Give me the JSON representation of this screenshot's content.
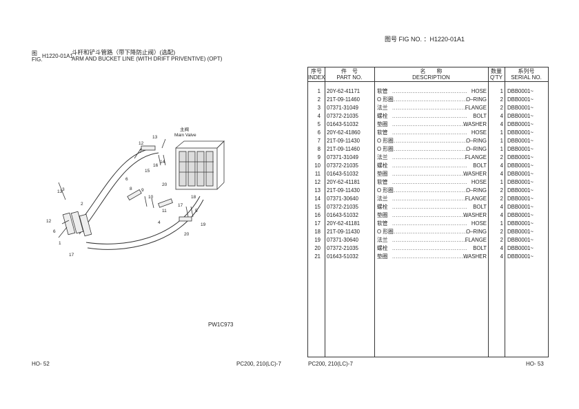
{
  "header": {
    "fig_label_zh": "图",
    "fig_label_en": "FIG.",
    "fig_code": "H1220-01A1",
    "title_zh": "斗杆和铲斗管路（带下降防止阀）(选配)",
    "title_en": "ARM AND BUCKET LINE (WITH DRIFT PRIVENTIVE) (OPT)",
    "fig_no_right": "图号  FIG NO.  ：H1220-01A1"
  },
  "diagram": {
    "main_valve_zh": "主阀",
    "main_valve_en": "Main Valve",
    "callouts": [
      "13",
      "12",
      "14",
      "16",
      "7",
      "15",
      "6",
      "20",
      "10",
      "9",
      "8",
      "3",
      "17",
      "18",
      "2",
      "12",
      "6",
      "1",
      "17",
      "13",
      "11",
      "4",
      "5",
      "19",
      "20"
    ],
    "drawing_id": "PW1C973"
  },
  "table": {
    "headers": {
      "index_zh": "序号",
      "index_en": "INDEX",
      "part_zh": "件　号",
      "part_en": "PART NO.",
      "desc_zh": "名　　称",
      "desc_en": "DESCRIPTION",
      "qty_zh": "数量",
      "qty_en": "Q'TY",
      "serial_zh": "系列号",
      "serial_en": "SERIAL NO."
    },
    "rows": [
      {
        "index": "1",
        "part": "20Y-62-41171",
        "zh": "软管",
        "en": "HOSE",
        "qty": "1",
        "serial": "DBB0001~"
      },
      {
        "index": "2",
        "part": "21T-09-11460",
        "zh": "O 形圈",
        "en": "O–RING",
        "qty": "2",
        "serial": "DBB0001~"
      },
      {
        "index": "3",
        "part": "07371-31049",
        "zh": "法兰",
        "en": "FLANGE",
        "qty": "2",
        "serial": "DBB0001~"
      },
      {
        "index": "4",
        "part": "07372-21035",
        "zh": "螺栓",
        "en": "BOLT",
        "qty": "4",
        "serial": "DBB0001~"
      },
      {
        "index": "5",
        "part": "01643-51032",
        "zh": "垫圈",
        "en": "WASHER",
        "qty": "4",
        "serial": "DBB0001~"
      },
      {
        "index": "6",
        "part": "20Y-62-41860",
        "zh": "软管",
        "en": "HOSE",
        "qty": "1",
        "serial": "DBB0001~"
      },
      {
        "index": "7",
        "part": "21T-09-11430",
        "zh": "O 形圈",
        "en": "O–RING",
        "qty": "1",
        "serial": "DBB0001~"
      },
      {
        "index": "8",
        "part": "21T-09-11460",
        "zh": "O 形圈",
        "en": "O–RING",
        "qty": "1",
        "serial": "DBB0001~"
      },
      {
        "index": "9",
        "part": "07371-31049",
        "zh": "法兰",
        "en": "FLANGE",
        "qty": "2",
        "serial": "DBB0001~"
      },
      {
        "index": "10",
        "part": "07372-21035",
        "zh": "螺栓",
        "en": "BOLT",
        "qty": "4",
        "serial": "DBB0001~"
      },
      {
        "index": "11",
        "part": "01643-51032",
        "zh": "垫圈",
        "en": "WASHER",
        "qty": "4",
        "serial": "DBB0001~"
      },
      {
        "index": "12",
        "part": "20Y-62-41181",
        "zh": "软管",
        "en": "HOSE",
        "qty": "1",
        "serial": "DBB0001~"
      },
      {
        "index": "13",
        "part": "21T-09-11430",
        "zh": "O 形圈",
        "en": "O–RING",
        "qty": "2",
        "serial": "DBB0001~"
      },
      {
        "index": "14",
        "part": "07371-30640",
        "zh": "法兰",
        "en": "FLANGE",
        "qty": "2",
        "serial": "DBB0001~"
      },
      {
        "index": "15",
        "part": "07372-21035",
        "zh": "螺栓",
        "en": "BOLT",
        "qty": "4",
        "serial": "DBB0001~"
      },
      {
        "index": "16",
        "part": "01643-51032",
        "zh": "垫圈",
        "en": "WASHER",
        "qty": "4",
        "serial": "DBB0001~"
      },
      {
        "index": "17",
        "part": "20Y-62-41181",
        "zh": "软管",
        "en": "HOSE",
        "qty": "1",
        "serial": "DBB0001~"
      },
      {
        "index": "18",
        "part": "21T-09-11430",
        "zh": "O 形圈",
        "en": "O–RING",
        "qty": "2",
        "serial": "DBB0001~"
      },
      {
        "index": "19",
        "part": "07371-30640",
        "zh": "法兰",
        "en": "FLANGE",
        "qty": "2",
        "serial": "DBB0001~"
      },
      {
        "index": "20",
        "part": "07372-21035",
        "zh": "螺栓",
        "en": "BOLT",
        "qty": "4",
        "serial": "DBB0001~"
      },
      {
        "index": "21",
        "part": "01643-51032",
        "zh": "垫圈",
        "en": "WASHER",
        "qty": "4",
        "serial": "DBB0001~"
      }
    ]
  },
  "footer": {
    "page_left": "HO- 52",
    "model_left": "PC200, 210(LC)-7",
    "model_right": "PC200, 210(LC)-7",
    "page_right": "HO- 53"
  }
}
